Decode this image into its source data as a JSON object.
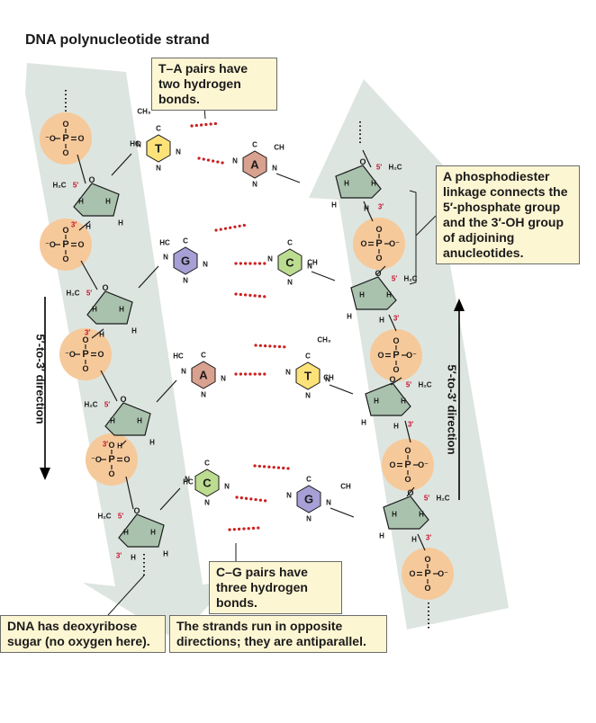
{
  "title": "DNA polynucleotide strand",
  "callouts": {
    "ta": "T–A pairs have two hydrogen bonds.",
    "phospho": "A phosphodiester linkage connects the 5′-phosphate group and the 3′-OH group of adjoining anucleotides.",
    "cg": "C–G pairs have three hydrogen bonds.",
    "deoxy": "DNA has deoxyribose sugar (no oxygen here).",
    "anti": "The strands run in opposite directions; they are antiparallel."
  },
  "direction_label": "5′-to-3′ direction",
  "base_pairs": [
    {
      "left": "T",
      "right": "A"
    },
    {
      "left": "G",
      "right": "C"
    },
    {
      "left": "A",
      "right": "T"
    },
    {
      "left": "C",
      "right": "G"
    }
  ],
  "atoms": {
    "phosphorus": "P",
    "oxygen": "O",
    "neg_oxygen": "⁻O",
    "oxygen_neg": "O⁻",
    "hydrogen": "H",
    "nitrogen": "N",
    "carbon": "C",
    "ch": "CH",
    "hc": "HC",
    "ch3": "CH₃",
    "h2c": "H₂C",
    "prime5": "5′",
    "prime3": "3′"
  },
  "colors": {
    "strand": "#dde5e0",
    "phosphate": "#f6c99a",
    "sugar": "#a9c2ae",
    "T": "#fde27a",
    "A": "#d9a18f",
    "G": "#a7a0d6",
    "C": "#bcdc90",
    "hbond": "#cc1f1f",
    "prime": "#c8102e",
    "callout": "#fdf6d3"
  }
}
